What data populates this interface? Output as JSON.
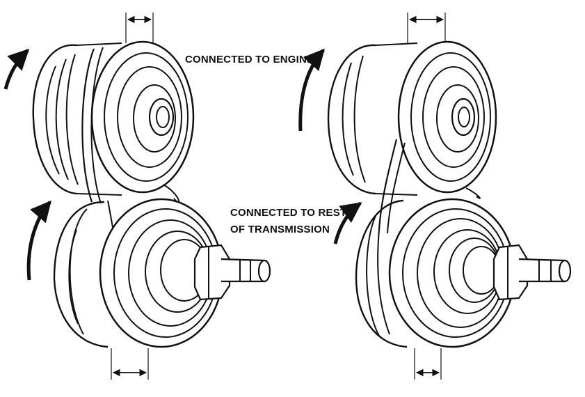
{
  "labels": {
    "engine": "CONNECTED TO ENGINE",
    "transmission_line1": "CONNECTED TO REST",
    "transmission_line2": "OF TRANSMISSION"
  },
  "colors": {
    "ink": "#111111",
    "background": "#ffffff"
  },
  "icons": [
    "rotation-arrow-icon",
    "width-arrow-icon"
  ]
}
